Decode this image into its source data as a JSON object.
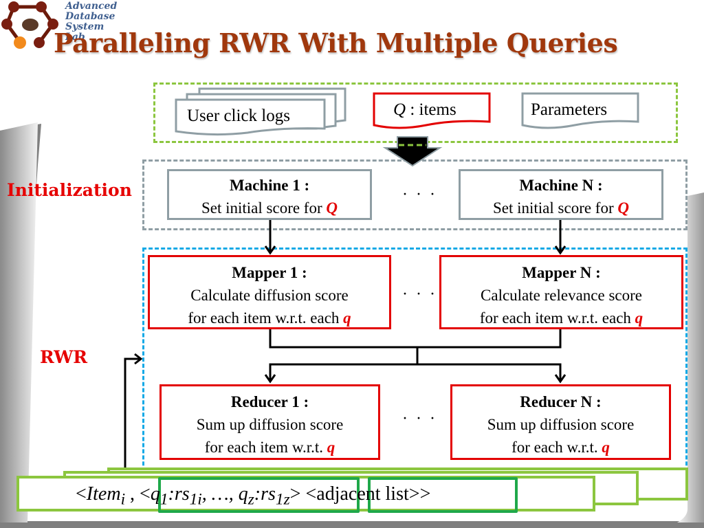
{
  "logo": {
    "lines": [
      "Advanced",
      "Database",
      "System",
      "Lab"
    ],
    "icon": "molecule-logo-icon"
  },
  "title": "Paralleling RWR With Multiple Queries",
  "colors": {
    "title": "#a0380d",
    "stage_label": "#e60000",
    "input_border": "#8cc63f",
    "init_border": "#8f9ea4",
    "rwr_border": "#12a9e6",
    "red_box": "#e30000",
    "output_inner": "#1fa84a"
  },
  "inputs": {
    "user_click_logs": "User click logs",
    "q_items_var": "Q",
    "q_items_rest": " : items",
    "parameters": "Parameters"
  },
  "stages": {
    "initialization": "Initialization",
    "rwr": "RWR"
  },
  "machines": [
    {
      "title": "Machine 1 :",
      "desc": "Set initial score for ",
      "var": "Q"
    },
    {
      "title": "Machine N :",
      "desc": "Set initial score for ",
      "var": "Q"
    }
  ],
  "mappers": [
    {
      "title": "Mapper 1 :",
      "line1": "Calculate diffusion score",
      "line2": "for each item w.r.t. each ",
      "var": "q"
    },
    {
      "title": "Mapper N :",
      "line1": "Calculate relevance score",
      "line2": "for each item w.r.t. each ",
      "var": "q"
    }
  ],
  "reducers": [
    {
      "title": "Reducer 1 :",
      "line1": "Sum up diffusion score",
      "line2": "for each item w.r.t. ",
      "var": "q"
    },
    {
      "title": "Reducer N :",
      "line1": "Sum up diffusion score",
      "line2": "for each w.r.t. ",
      "var": "q"
    }
  ],
  "ellipsis": "· · ·",
  "output": {
    "open": "<",
    "item": "Item",
    "item_sub": "i",
    "comma": " , ",
    "pairs_open": "<",
    "q1": "q",
    "q1_sub": "1",
    "colon1": ":",
    "rs1": "rs",
    "rs1_sub": "1i",
    "mid": ", …, ",
    "qz": "q",
    "qz_sub": "z",
    "colon2": ":",
    "rsz": "rs",
    "rsz_sub": "1z",
    "pairs_close": ">",
    "adjacent": "<adjacent list>",
    "close": ">"
  }
}
